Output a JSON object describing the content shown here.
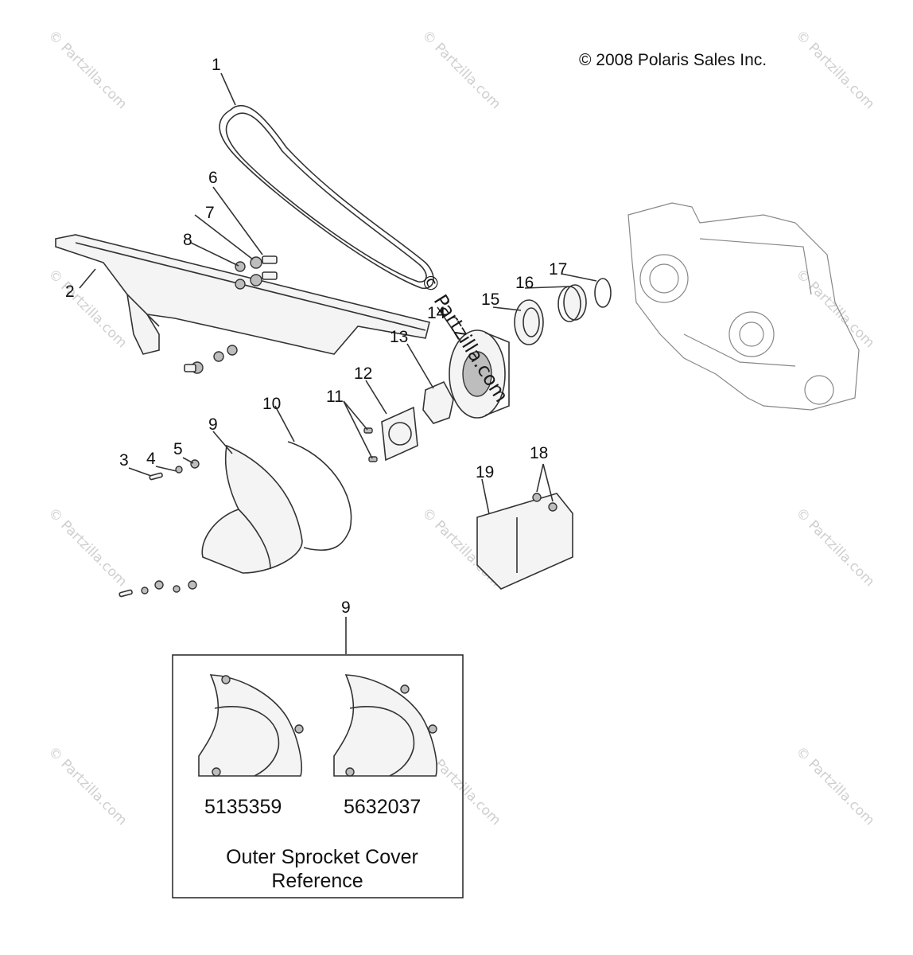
{
  "copyright": "© 2008 Polaris Sales Inc.",
  "watermark": "© Partzilla.com",
  "callouts": {
    "c1": "1",
    "c2": "2",
    "c3": "3",
    "c4": "4",
    "c5": "5",
    "c6": "6",
    "c7": "7",
    "c8": "8",
    "c9": "9",
    "c9b": "9",
    "c10": "10",
    "c11": "11",
    "c12": "12",
    "c13": "13",
    "c14": "14",
    "c15": "15",
    "c16": "16",
    "c17": "17",
    "c18": "18",
    "c19": "19"
  },
  "reference": {
    "part_a": "5135359",
    "part_b": "5632037",
    "caption_line1": "Outer Sprocket Cover",
    "caption_line2": "Reference"
  }
}
